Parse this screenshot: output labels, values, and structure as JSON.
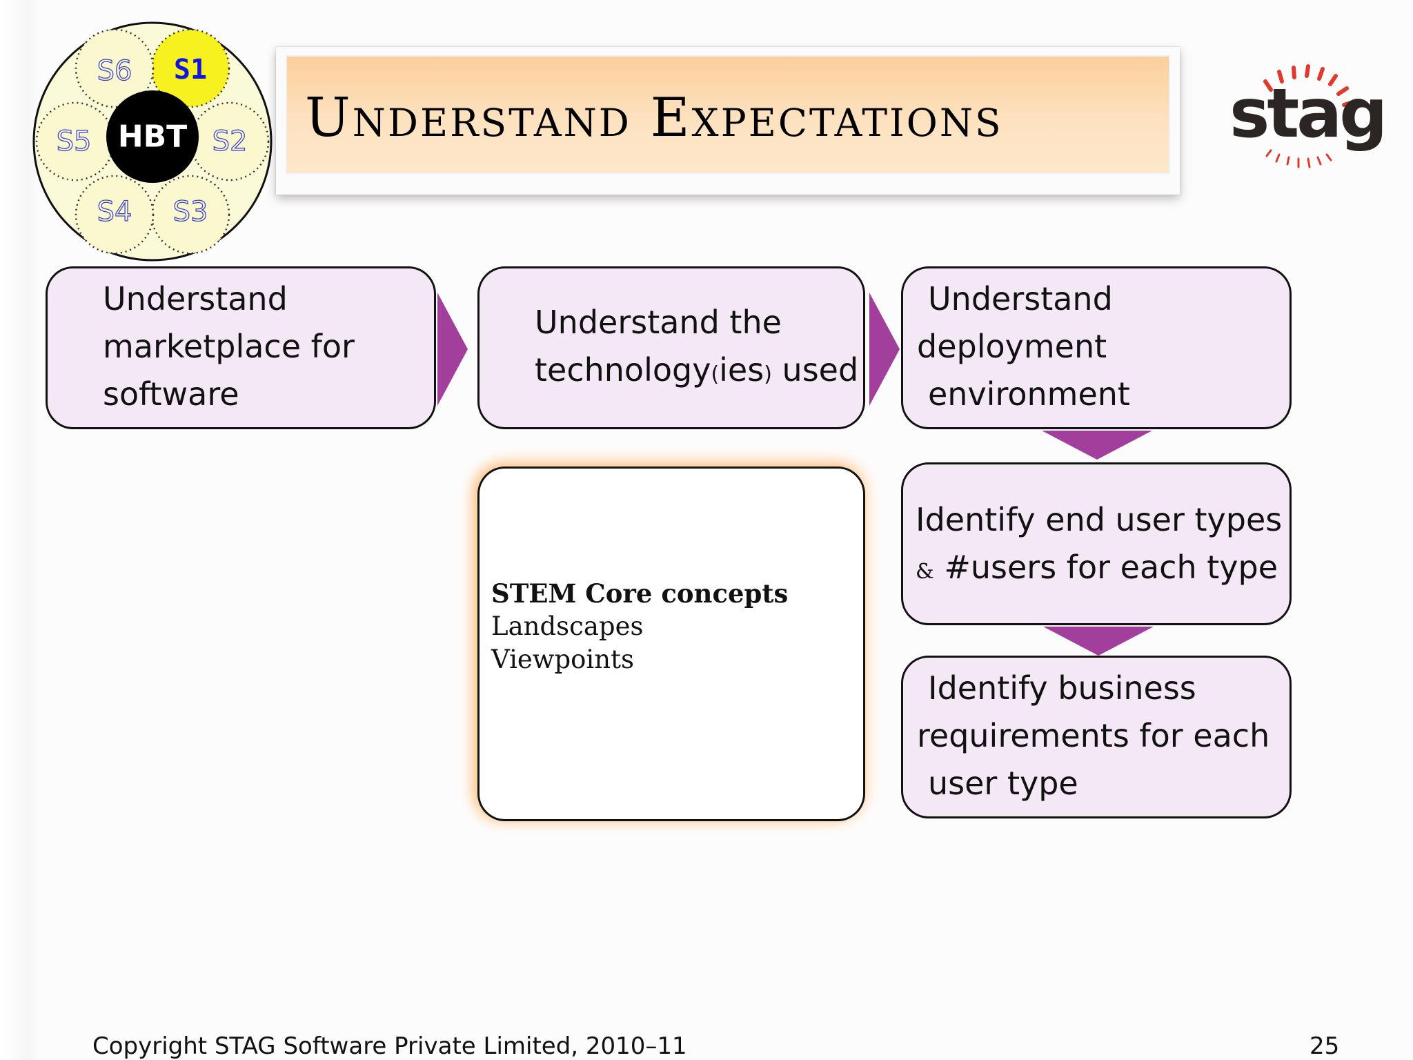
{
  "wheel": {
    "hub": "HBT",
    "stages": [
      "S1",
      "S2",
      "S3",
      "S4",
      "S5",
      "S6"
    ],
    "active_stage": "S1",
    "colors": {
      "active": "#f7f21f",
      "inactive": "#fbf8d0",
      "ring": "#fbfad8",
      "hub": "#000000"
    }
  },
  "title": "Understand Expectations",
  "logo": {
    "text": "stag",
    "colors": {
      "text": "#2b2523",
      "rays": "#e03a2e"
    }
  },
  "process": {
    "marketplace": [
      "Understand",
      "marketplace for",
      "software"
    ],
    "technology": {
      "line1": "Understand the",
      "line2_a": "technology",
      "line2_b": "(",
      "line2_c": "ies",
      "line2_d": ")",
      "line2_e": " used"
    },
    "deployment": [
      "Understand",
      "deployment",
      "environment"
    ],
    "end_users": {
      "line1": "Identify end user types",
      "line2_a": "&",
      "line2_b": " #users for each type"
    },
    "business": [
      "Identify business",
      "requirements for each",
      "user type"
    ],
    "arrow_color": "#a23e9c",
    "box_color": "#f4e8f6"
  },
  "stem": {
    "heading": "STEM Core concepts",
    "items": [
      "Landscapes",
      "Viewpoints"
    ]
  },
  "footer": {
    "copyright": "Copyright STAG Software Private Limited, 2010–11",
    "page_number": "25"
  }
}
